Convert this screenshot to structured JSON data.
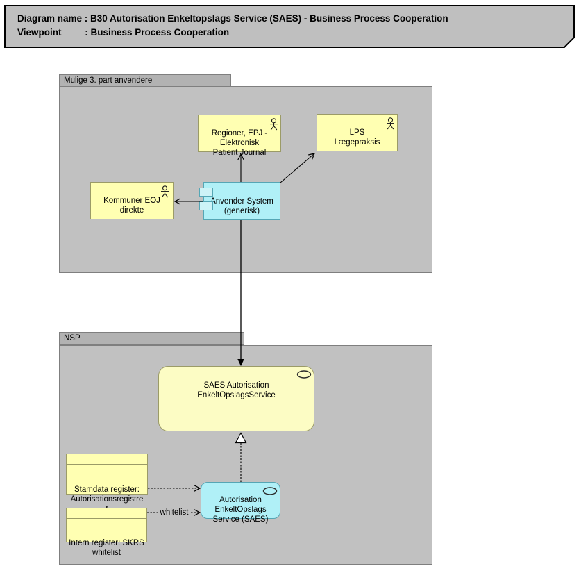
{
  "title_note": {
    "line1": "Diagram name : B30 Autorisation Enkeltopslags Service (SAES) - Business Process Cooperation",
    "line2": "Viewpoint         : Business Process Cooperation"
  },
  "groups": {
    "third_party_label": "Mulige 3. part anvendere",
    "nsp_label": "NSP"
  },
  "nodes": {
    "regioner": "Regioner, EPJ -\nElektronisk\nPatient Journal",
    "lps": "LPS\nLægepraksis",
    "kommuner": "Kommuner EOJ\ndirekte",
    "anvender": "Anvender System\n(generisk)",
    "saes_service": "SAES Autorisation\nEnkeltOpslagsService",
    "autorisation_component": "Autorisation\nEnkeltOpslags\nService (SAES)",
    "stamdata_register": "Stamdata register:\nAutorisationsregistre\nt",
    "intern_register": "Intern register: SKRS\nwhitelist"
  },
  "connections": {
    "whitelist_label": "whitelist"
  },
  "colors": {
    "note_gray": "#bfbfbf",
    "group_body_gray": "#c1c1c1",
    "group_tab_gray": "#b2b2b2",
    "business_yellow": "#ffffb2",
    "service_yellow": "#fcfcc4",
    "application_cyan": "#b0f0f7",
    "yellow_border": "#9b9b67",
    "cyan_border": "#55a6b5",
    "line_black": "#000000"
  }
}
